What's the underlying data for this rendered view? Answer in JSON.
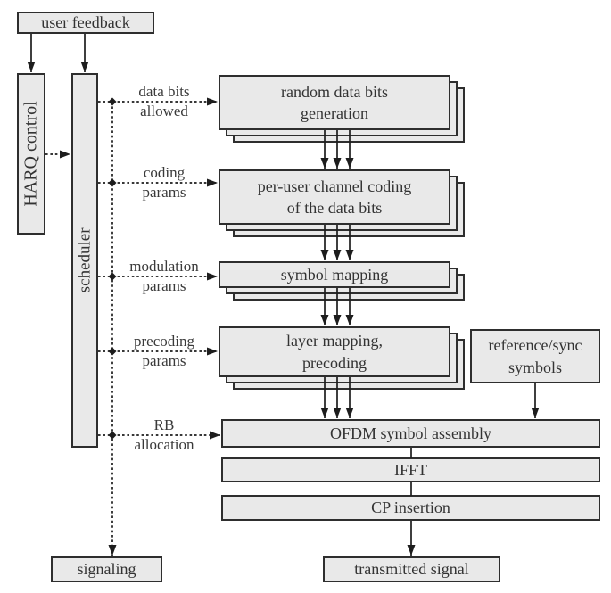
{
  "diagram": {
    "boxes": {
      "user_feedback": "user feedback",
      "harq_control": "HARQ control",
      "scheduler": "scheduler",
      "random_bits": "random data bits\ngeneration",
      "channel_coding": "per-user channel coding\nof the data bits",
      "symbol_mapping": "symbol mapping",
      "layer_mapping": "layer mapping,\nprecoding",
      "reference_sync": "reference/sync\nsymbols",
      "ofdm_assembly": "OFDM symbol assembly",
      "ifft": "IFFT",
      "cp_insertion": "CP insertion",
      "transmitted_signal": "transmitted signal",
      "signaling": "signaling"
    },
    "edge_labels": {
      "data_bits_allowed": "data bits\nallowed",
      "coding_params": "coding\nparams",
      "modulation_params": "modulation\nparams",
      "precoding_params": "precoding\nparams",
      "rb_allocation": "RB\nallocation"
    },
    "colors": {
      "box_fill": "#e9e9e9",
      "box_border": "#2e2e2e",
      "text": "#333333",
      "background": "#ffffff"
    }
  }
}
